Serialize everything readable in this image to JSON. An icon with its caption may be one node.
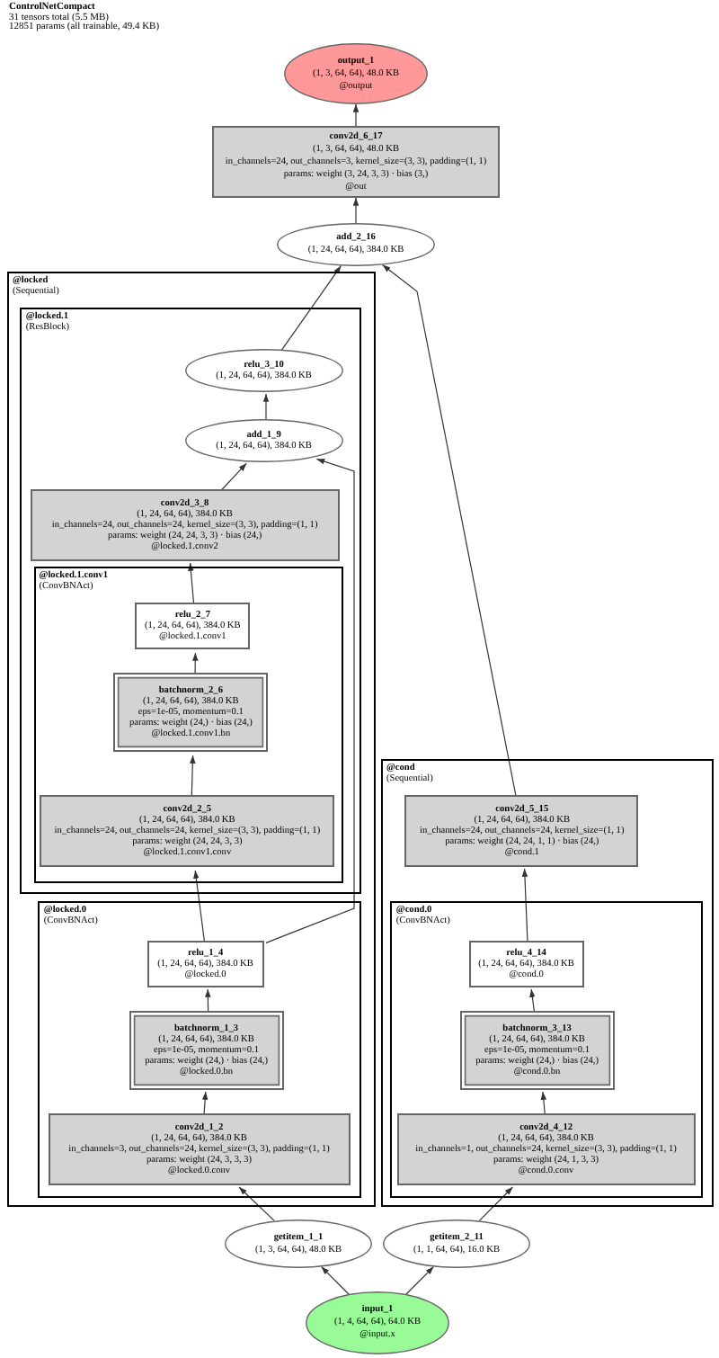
{
  "diagram": {
    "title": "ControlNetCompact",
    "labels": [
      "31 tensors total (5.5 MB)",
      "12851 params (all trainable, 49.4 KB)"
    ],
    "nodes": [
      {
        "text": [
          "output_1",
          "(1, 3, 64, 64), 48.0 KB",
          "@output"
        ]
      },
      {
        "text": [
          "conv2d_6_17",
          "(1, 3, 64, 64), 48.0 KB",
          "in_channels=24, out_channels=3, kernel_size=(3, 3), padding=(1, 1)",
          "params: weight (3, 24, 3, 3) · bias (3,)",
          "@out"
        ]
      },
      {
        "text": [
          "add_2_16",
          "(1, 24, 64, 64), 384.0 KB"
        ]
      },
      {
        "text": [
          "@locked",
          "(Sequential)"
        ]
      },
      {
        "text": [
          "@locked.1",
          "(ResBlock)"
        ],
        "in": 3
      },
      {
        "text": [
          "relu_3_10",
          "(1, 24, 64, 64), 384.0 KB"
        ],
        "in": 4
      },
      {
        "text": [
          "add_1_9",
          "(1, 24, 64, 64), 384.0 KB"
        ],
        "in": 4
      },
      {
        "text": [
          "conv2d_3_8",
          "(1, 24, 64, 64), 384.0 KB",
          "in_channels=24, out_channels=24, kernel_size=(3, 3), padding=(1, 1)",
          "params: weight (24, 24, 3, 3) · bias (24,)",
          "@locked.1.conv2"
        ],
        "in": 4
      },
      {
        "text": [
          "@locked.1.conv1",
          "(ConvBNAct)"
        ],
        "in": 4
      },
      {
        "text": [
          "relu_2_7",
          "(1, 24, 64, 64), 384.0 KB",
          "@locked.1.conv1"
        ],
        "in": 8
      },
      {
        "text": [
          "batchnorm_2_6",
          "(1, 24, 64, 64), 384.0 KB",
          "eps=1e-05, momentum=0.1",
          "params: weight (24,) · bias (24,)",
          "@locked.1.conv1.bn"
        ],
        "in": 8
      },
      {
        "text": [
          "conv2d_2_5",
          "(1, 24, 64, 64), 384.0 KB",
          "in_channels=24, out_channels=24, kernel_size=(3, 3), padding=(1, 1)",
          "params: weight (24, 24, 3, 3)",
          "@locked.1.conv1.conv"
        ],
        "in": 8
      },
      {
        "text": [
          "@locked.0",
          "(ConvBNAct)"
        ],
        "in": 3
      },
      {
        "text": [
          "relu_1_4",
          "(1, 24, 64, 64), 384.0 KB",
          "@locked.0"
        ],
        "in": 12
      },
      {
        "text": [
          "batchnorm_1_3",
          "(1, 24, 64, 64), 384.0 KB",
          "eps=1e-05, momentum=0.1",
          "params: weight (24,) · bias (24,)",
          "@locked.0.bn"
        ],
        "in": 12
      },
      {
        "text": [
          "conv2d_1_2",
          "(1, 24, 64, 64), 384.0 KB",
          "in_channels=3, out_channels=24, kernel_size=(3, 3), padding=(1, 1)",
          "params: weight (24, 3, 3, 3)",
          "@locked.0.conv"
        ],
        "in": 12
      },
      {
        "text": [
          "@cond",
          "(Sequential)"
        ]
      },
      {
        "text": [
          "conv2d_5_15",
          "(1, 24, 64, 64), 384.0 KB",
          "in_channels=24, out_channels=24, kernel_size=(1, 1)",
          "params: weight (24, 24, 1, 1) · bias (24,)",
          "@cond.1"
        ],
        "in": 16
      },
      {
        "text": [
          "@cond.0",
          "(ConvBNAct)"
        ],
        "in": 16
      },
      {
        "text": [
          "relu_4_14",
          "(1, 24, 64, 64), 384.0 KB",
          "@cond.0"
        ],
        "in": 18
      },
      {
        "text": [
          "batchnorm_3_13",
          "(1, 24, 64, 64), 384.0 KB",
          "eps=1e-05, momentum=0.1",
          "params: weight (24,) · bias (24,)",
          "@cond.0.bn"
        ],
        "in": 18
      },
      {
        "text": [
          "conv2d_4_12",
          "(1, 24, 64, 64), 384.0 KB",
          "in_channels=1, out_channels=24, kernel_size=(3, 3), padding=(1, 1)",
          "params: weight (24, 1, 3, 3)",
          "@cond.0.conv"
        ],
        "in": 18
      },
      {
        "text": [
          "getitem_1_1",
          "(1, 3, 64, 64), 48.0 KB"
        ]
      },
      {
        "text": [
          "getitem_2_11",
          "(1, 1, 64, 64), 16.0 KB"
        ]
      },
      {
        "text": [
          "input_1",
          "(1, 4, 64, 64), 64.0 KB",
          "@input.x"
        ]
      }
    ],
    "edges": [
      {
        "from": 24,
        "to": 22,
        "arrow": "to"
      },
      {
        "from": 24,
        "to": 23,
        "arrow": "to"
      },
      {
        "from": 22,
        "to": 15,
        "arrow": "to"
      },
      {
        "from": 15,
        "to": 14,
        "arrow": "to"
      },
      {
        "from": 14,
        "to": 13,
        "arrow": "to"
      },
      {
        "from": 13,
        "to": 11,
        "arrow": "to"
      },
      {
        "from": 11,
        "to": 10,
        "arrow": "to"
      },
      {
        "from": 10,
        "to": 9,
        "arrow": "to"
      },
      {
        "from": 9,
        "to": 7,
        "arrow": "to"
      },
      {
        "from": 7,
        "to": 6,
        "arrow": "to"
      },
      {
        "from": 13,
        "to": 6,
        "arrow": "to"
      },
      {
        "from": 6,
        "to": 5,
        "arrow": "to"
      },
      {
        "from": 5,
        "to": 2,
        "arrow": "to"
      },
      {
        "from": 23,
        "to": 21,
        "arrow": "to"
      },
      {
        "from": 21,
        "to": 20,
        "arrow": "to"
      },
      {
        "from": 20,
        "to": 19,
        "arrow": "to"
      },
      {
        "from": 19,
        "to": 17,
        "arrow": "to"
      },
      {
        "from": 17,
        "to": 2,
        "arrow": "to"
      },
      {
        "from": 2,
        "to": 1,
        "arrow": "to"
      },
      {
        "from": 1,
        "to": 0,
        "arrow": "to"
      }
    ]
  }
}
